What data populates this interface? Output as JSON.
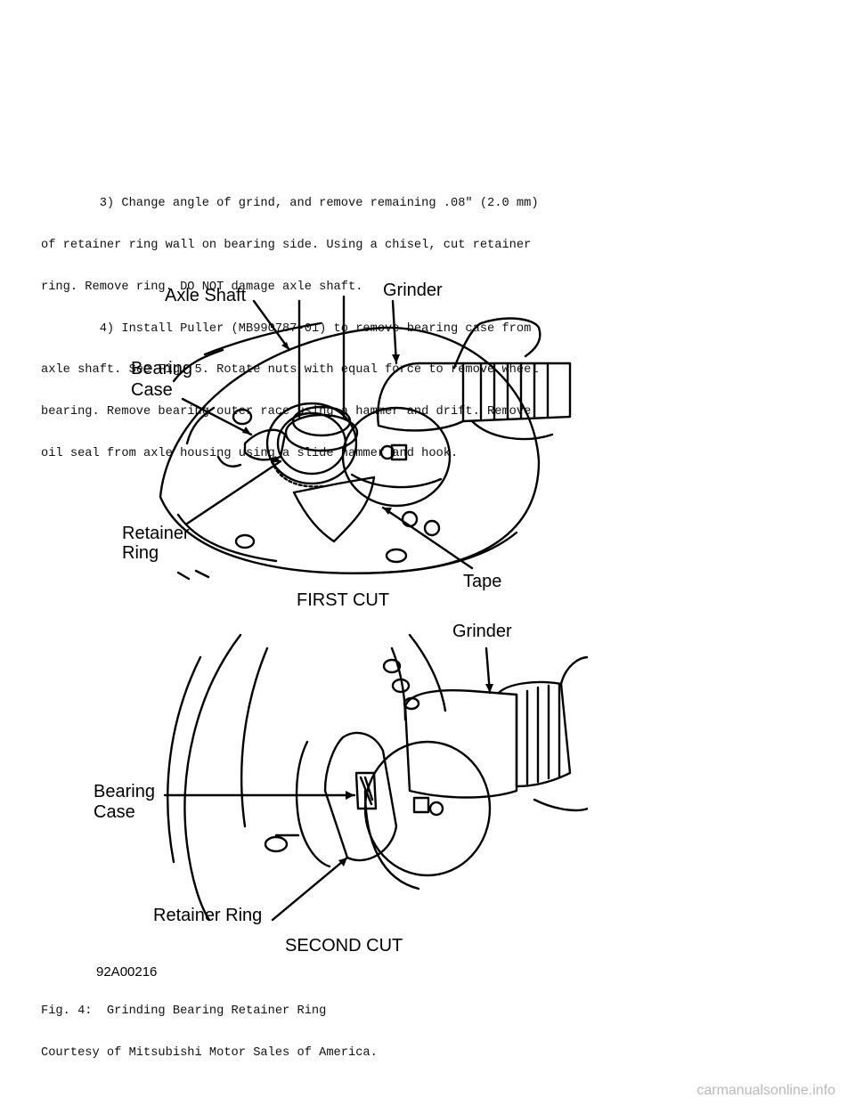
{
  "body": {
    "lines": [
      "        3) Change angle of grind, and remove remaining .08\" (2.0 mm)",
      "of retainer ring wall on bearing side. Using a chisel, cut retainer",
      "ring. Remove ring. DO NOT damage axle shaft.",
      "        4) Install Puller (MB990787-01) to remove bearing case from",
      "axle shaft. See Fig. 5. Rotate nuts with equal force to remove wheel",
      "bearing. Remove bearing outer race using a hammer and drift. Remove",
      "oil seal from axle housing using a slide hammer and hook."
    ]
  },
  "figure": {
    "first_cut": {
      "labels": {
        "axle_shaft": "Axle Shaft",
        "grinder": "Grinder",
        "bearing_case_1": "Bearing",
        "bearing_case_2": "Case",
        "retainer_ring_1": "Retainer",
        "retainer_ring_2": "Ring",
        "tape": "Tape"
      },
      "title": "FIRST CUT"
    },
    "second_cut": {
      "labels": {
        "grinder": "Grinder",
        "bearing_case_1": "Bearing",
        "bearing_case_2": "Case",
        "retainer_ring": "Retainer Ring"
      },
      "title": "SECOND CUT"
    },
    "code": "92A00216"
  },
  "caption": {
    "line1": "Fig. 4:  Grinding Bearing Retainer Ring",
    "line2": "Courtesy of Mitsubishi Motor Sales of America."
  },
  "footer": {
    "watermark": "carmanualsonline.info"
  }
}
